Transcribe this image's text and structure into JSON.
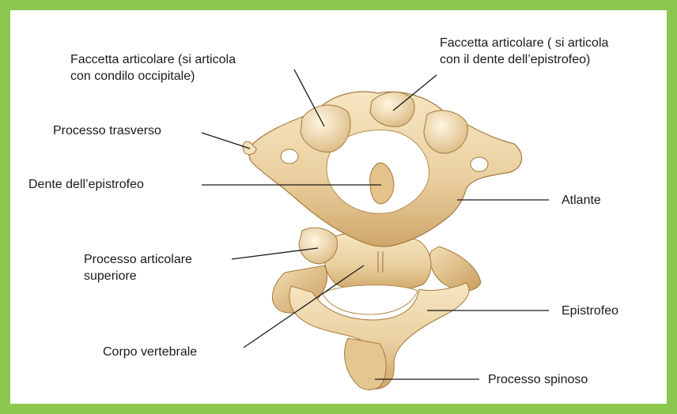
{
  "labels": {
    "faccetta_condilo": {
      "line1": "Faccetta articolare (si articola",
      "line2": "con condilo occipitale)"
    },
    "faccetta_dente": {
      "line1": "Faccetta articolare ( si articola",
      "line2": "con il dente dell’epistrofeo)"
    },
    "processo_trasverso": "Processo trasverso",
    "dente_epistrofeo": "Dente dell’epistrofeo",
    "atlante": "Atlante",
    "processo_articolare": {
      "line1": "Processo articolare",
      "line2": "superiore"
    },
    "epistrofeo": "Epistrofeo",
    "corpo_vertebrale": "Corpo vertebrale",
    "processo_spinoso": "Processo spinoso"
  },
  "colors": {
    "frame": "#8cc850",
    "panel": "#ffffff",
    "bone_light": "#f3dfb4",
    "bone_mid": "#e6c58d",
    "bone_dark": "#c59c5e",
    "bone_edge": "#a67a3e",
    "leader_line": "#1a1a1a"
  }
}
